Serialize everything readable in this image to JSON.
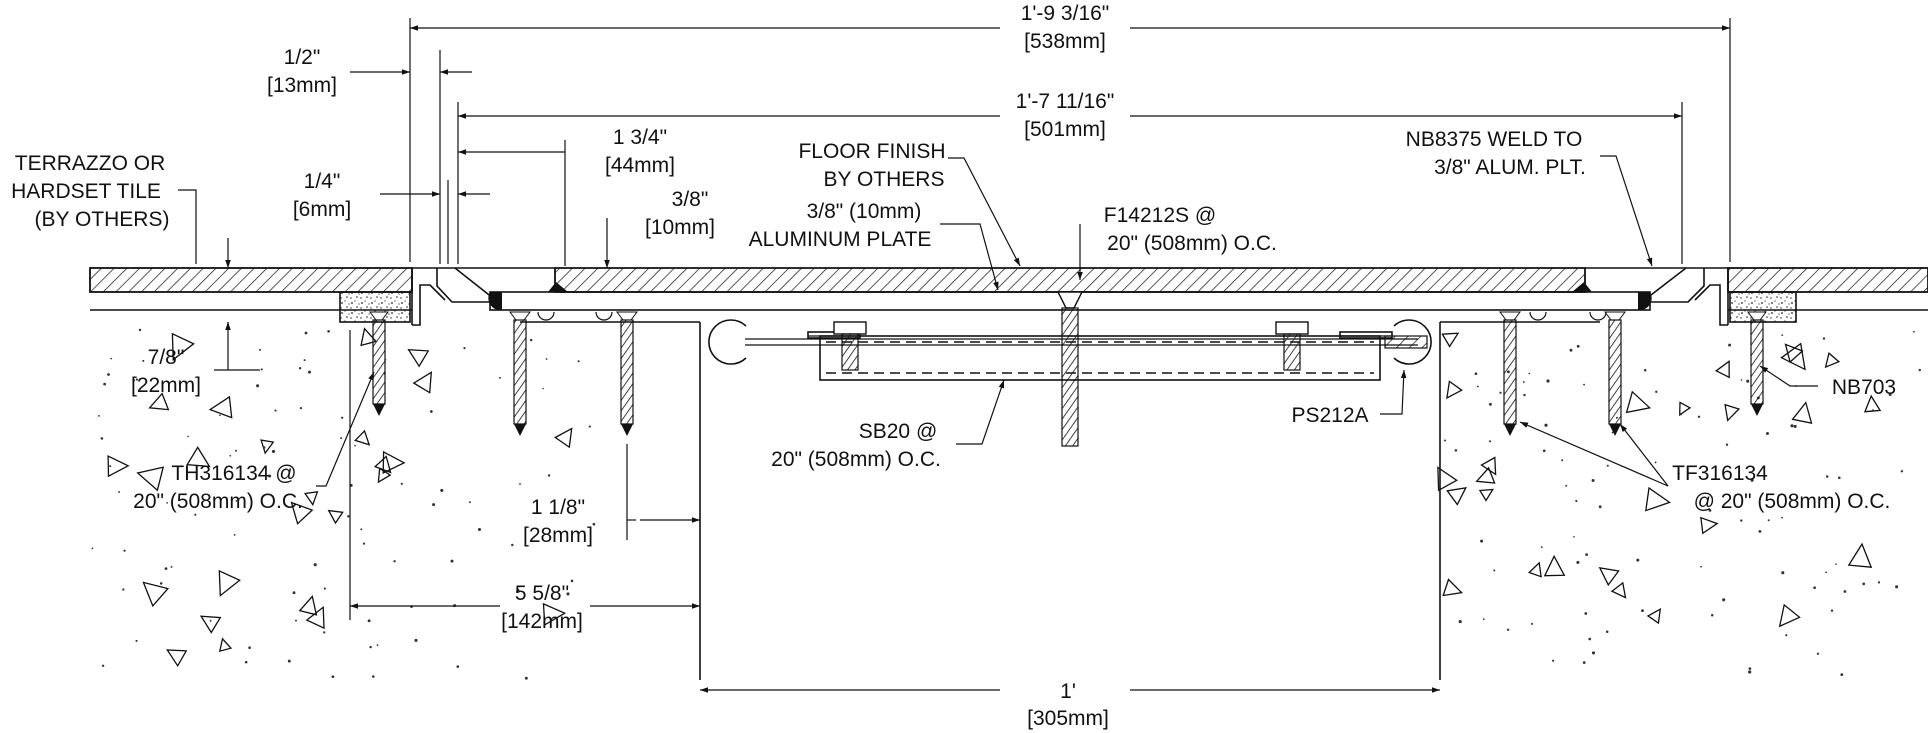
{
  "dimensions": {
    "overall_width": {
      "imperial": "1'-9 3/16\"",
      "metric": "[538mm]"
    },
    "inner_width": {
      "imperial": "1'-7 11/16\"",
      "metric": "[501mm]"
    },
    "gap_half_inch": {
      "imperial": "1/2\"",
      "metric": "[13mm]"
    },
    "gap_quarter_inch": {
      "imperial": "1/4\"",
      "metric": "[6mm]"
    },
    "edge_1_3_4": {
      "imperial": "1 3/4\"",
      "metric": "[44mm]"
    },
    "plate_thickness": {
      "imperial": "3/8\"",
      "metric": "[10mm]"
    },
    "depth_7_8": {
      "imperial": "7/8\"",
      "metric": "[22mm]"
    },
    "edge_1_1_8": {
      "imperial": "1 1/8\"",
      "metric": "[28mm]"
    },
    "edge_5_5_8": {
      "imperial": "5 5/8\"",
      "metric": "[142mm]"
    },
    "opening": {
      "imperial": "1'",
      "metric": "[305mm]"
    }
  },
  "callouts": {
    "terrazzo": [
      "TERRAZZO OR",
      "HARDSET TILE",
      "(BY OTHERS)"
    ],
    "floor_finish": [
      "FLOOR FINISH",
      "BY OTHERS"
    ],
    "aluminum_plate": [
      "3/8\" (10mm)",
      "ALUMINUM PLATE"
    ],
    "f14212s": [
      "F14212S @",
      "20\" (508mm) O.C."
    ],
    "nb8375": [
      "NB8375 WELD TO",
      "3/8\" ALUM. PLT."
    ],
    "th316134": [
      "TH316134 @",
      "20\" (508mm) O.C."
    ],
    "sb20": [
      "SB20 @",
      "20\" (508mm) O.C."
    ],
    "ps212a": "PS212A",
    "nb703": "NB703",
    "tf316134": [
      "TF316134",
      "@ 20\" (508mm) O.C."
    ]
  }
}
